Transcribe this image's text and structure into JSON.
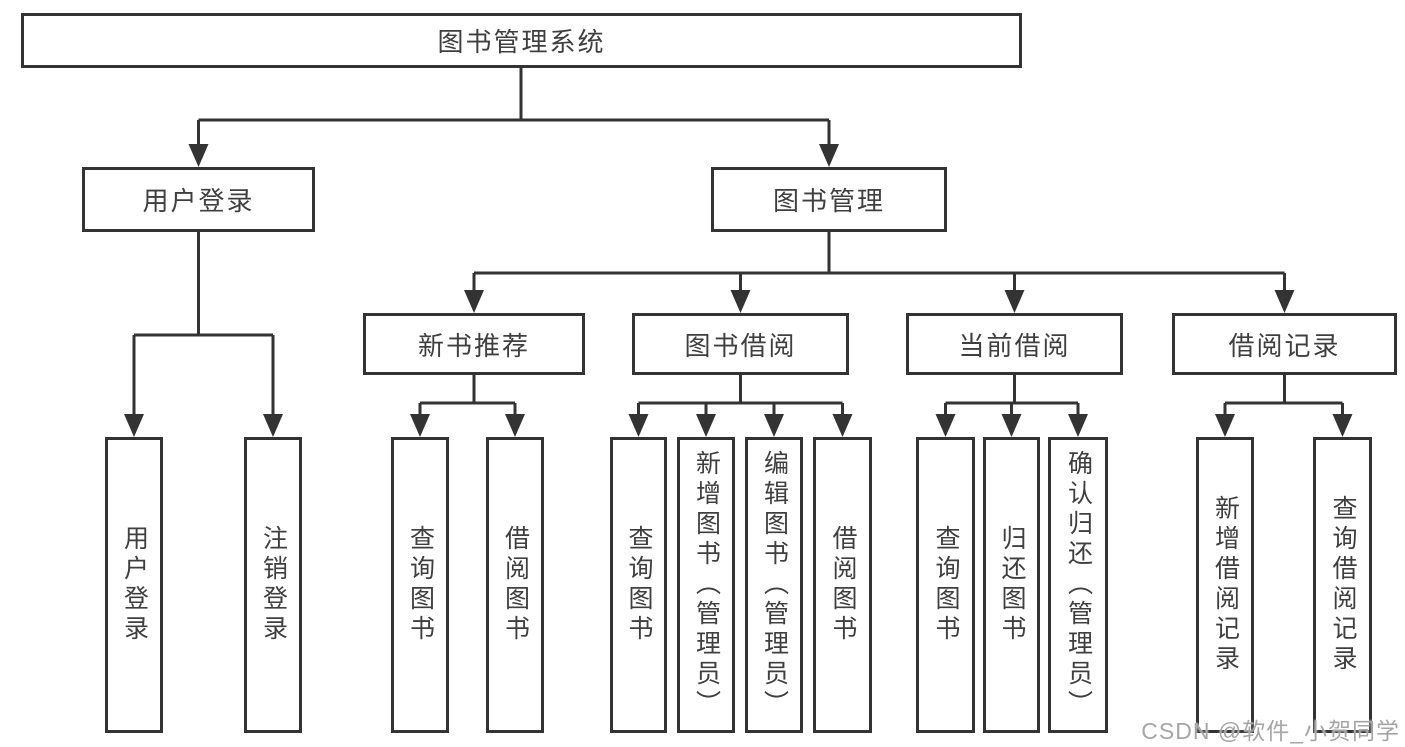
{
  "diagram": {
    "root": {
      "id": "library-management-system",
      "label": "图书管理系统"
    },
    "level2": [
      {
        "id": "user-login",
        "label": "用户登录",
        "parent": "library-management-system"
      },
      {
        "id": "book-management",
        "label": "图书管理",
        "parent": "library-management-system"
      }
    ],
    "level3": [
      {
        "id": "new-book-recommendation",
        "label": "新书推荐",
        "parent": "book-management"
      },
      {
        "id": "book-borrowing",
        "label": "图书借阅",
        "parent": "book-management"
      },
      {
        "id": "current-borrowing",
        "label": "当前借阅",
        "parent": "book-management"
      },
      {
        "id": "borrowing-records",
        "label": "借阅记录",
        "parent": "book-management"
      }
    ],
    "leaves": [
      {
        "label": "用户登录",
        "parent": "user-login"
      },
      {
        "label": "注销登录",
        "parent": "user-login"
      },
      {
        "label": "查询图书",
        "parent": "new-book-recommendation"
      },
      {
        "label": "借阅图书",
        "parent": "new-book-recommendation"
      },
      {
        "label": "查询图书",
        "parent": "book-borrowing"
      },
      {
        "label": "新增图书（管理员）",
        "parent": "book-borrowing"
      },
      {
        "label": "编辑图书（管理员）",
        "parent": "book-borrowing"
      },
      {
        "label": "借阅图书",
        "parent": "book-borrowing"
      },
      {
        "label": "查询图书",
        "parent": "current-borrowing"
      },
      {
        "label": "归还图书",
        "parent": "current-borrowing"
      },
      {
        "label": "确认归还（管理员）",
        "parent": "current-borrowing"
      },
      {
        "label": "新增借阅记录",
        "parent": "borrowing-records"
      },
      {
        "label": "查询借阅记录",
        "parent": "borrowing-records"
      }
    ]
  },
  "watermark": {
    "text": "CSDN @软件_小贺同学"
  },
  "colors": {
    "line": "#333333",
    "box_border": "#333333",
    "text": "#3f3f3f",
    "watermark": "#a6a6a6",
    "background": "#ffffff"
  }
}
